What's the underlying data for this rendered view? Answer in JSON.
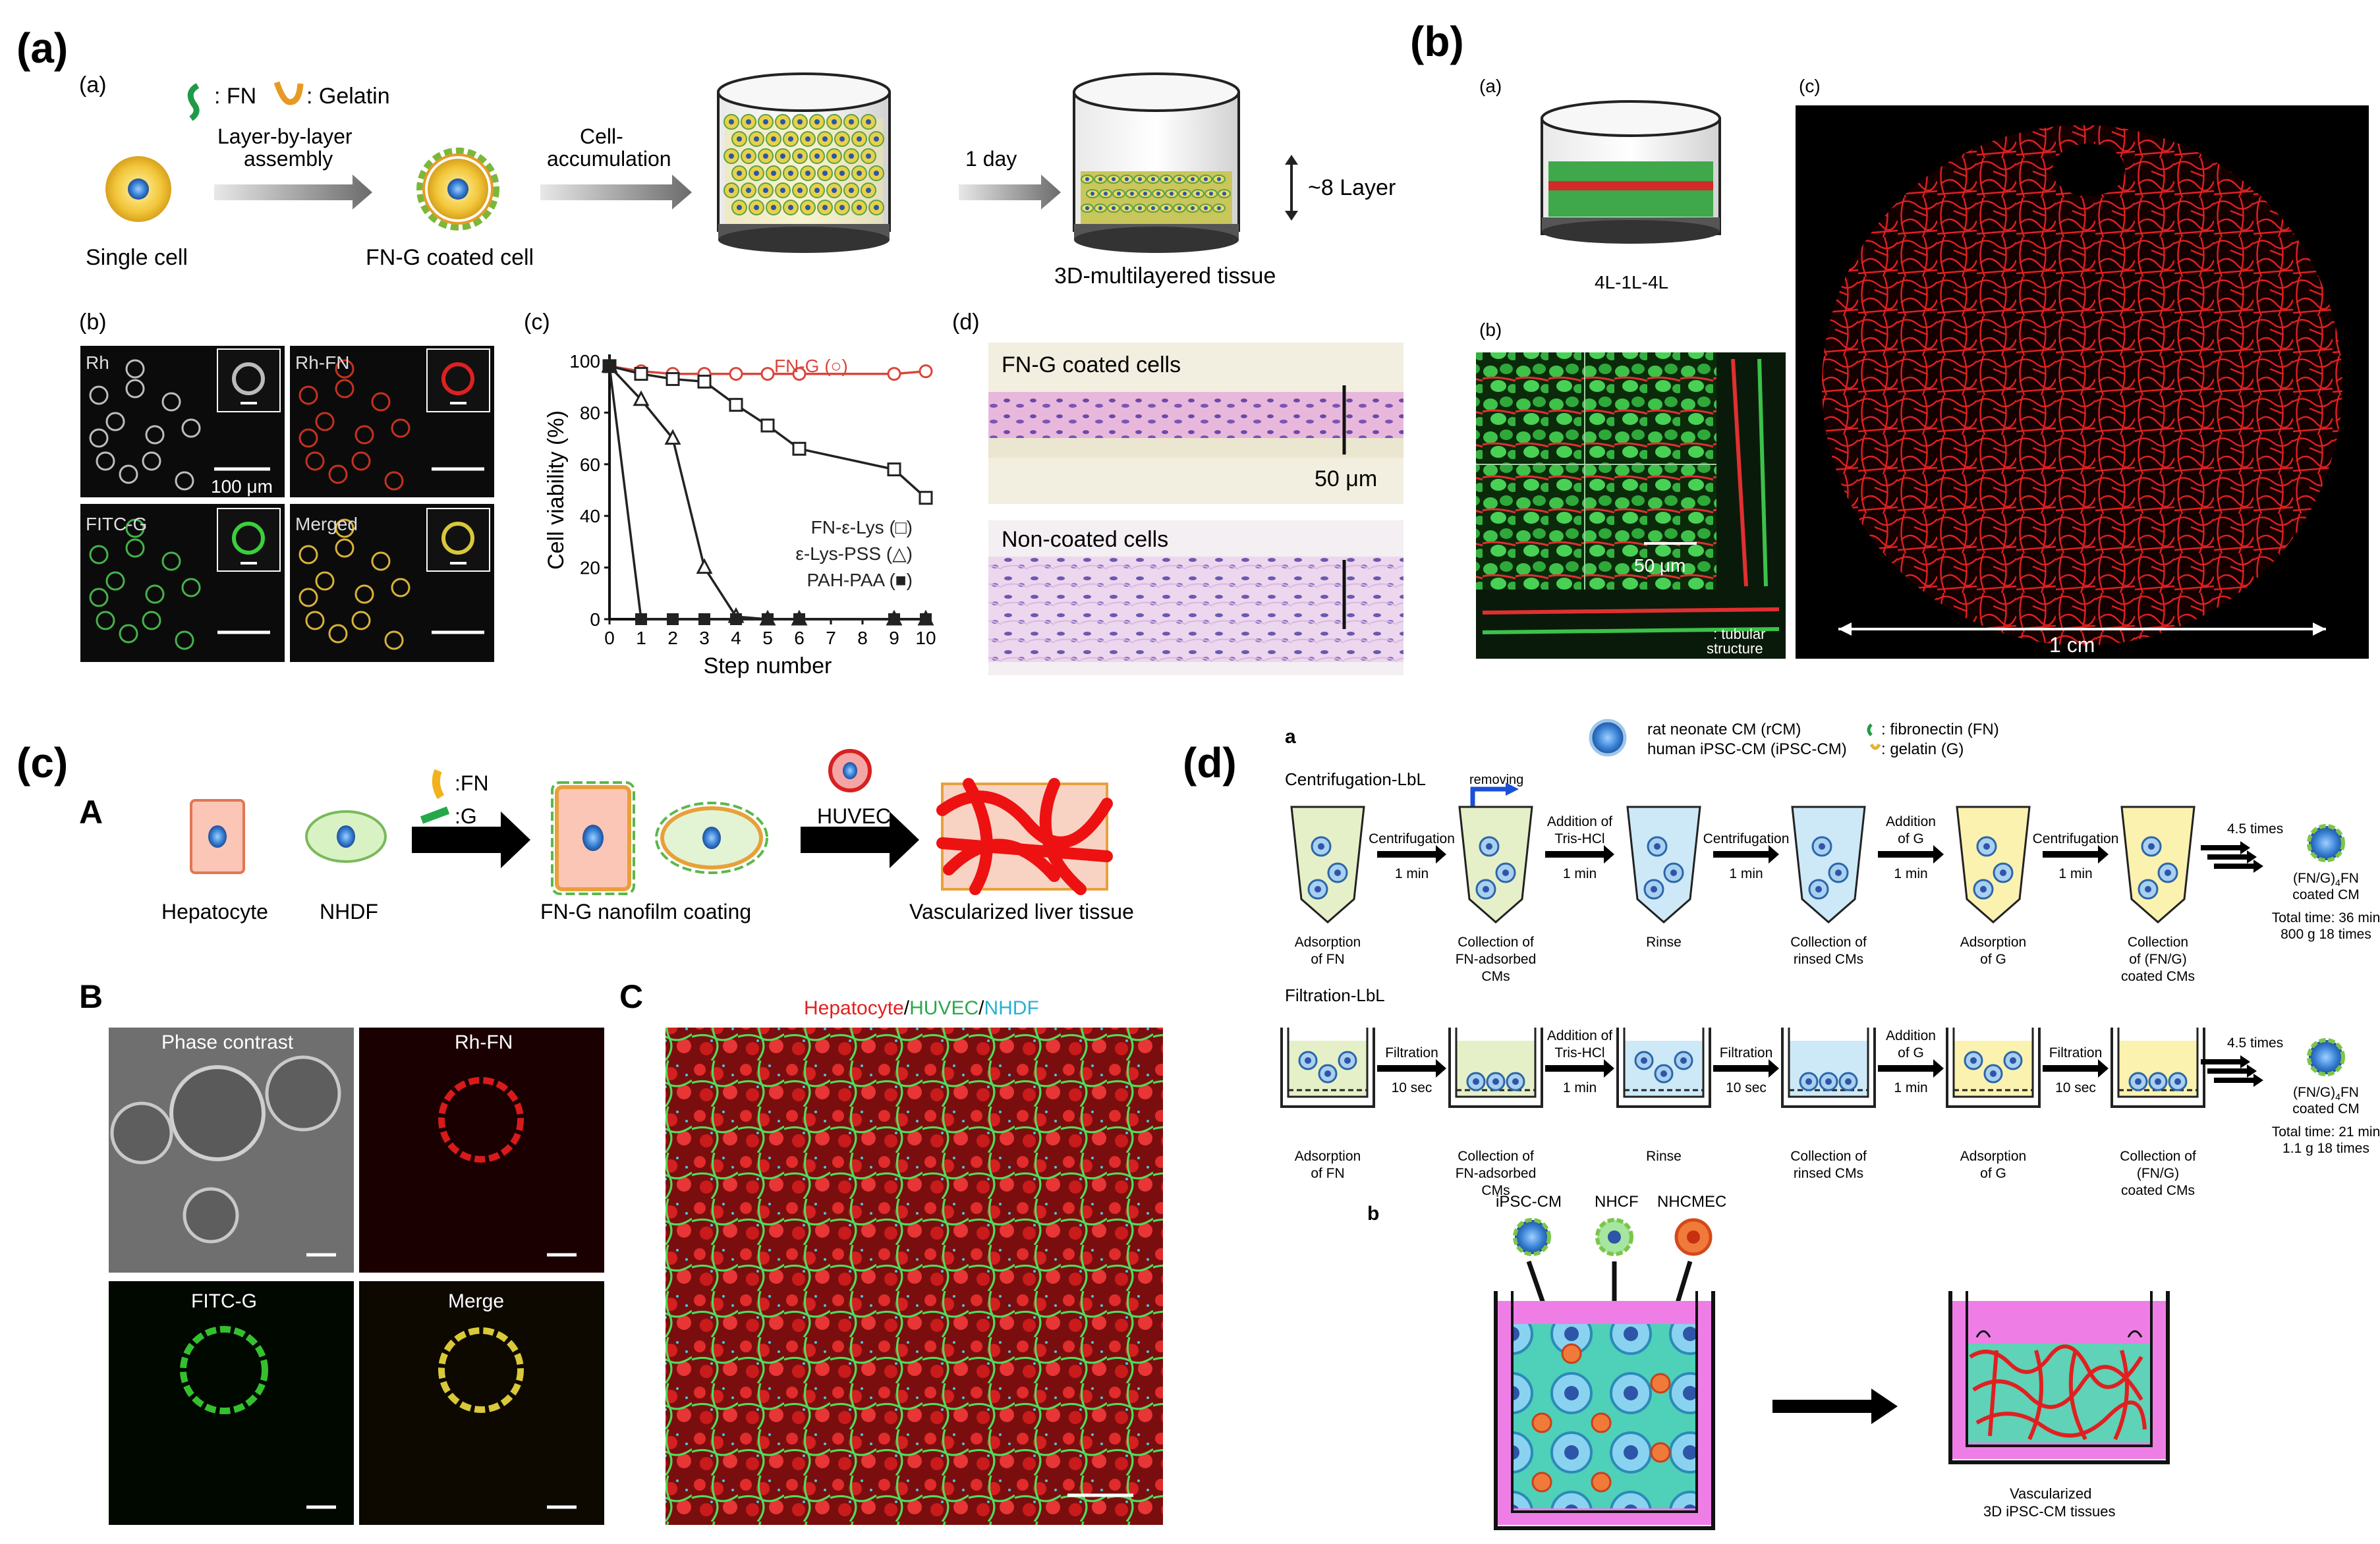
{
  "panels": {
    "a": {
      "label": "(a)",
      "sub_a": "(a)",
      "fn_key": ": FN",
      "gel_key": ": Gelatin",
      "lbl_arrow1": "Layer-by-layer",
      "lbl_arrow1b": "assembly",
      "lbl_arrow2": "Cell-",
      "lbl_arrow2b": "accumulation",
      "lbl_arrow3": "1 day",
      "single_cell": "Single cell",
      "coated_cell": "FN-G coated cell",
      "tissue": "3D-multilayered tissue",
      "layers": "~8 Layer",
      "sub_b": "(b)",
      "sub_c": "(c)",
      "sub_d": "(d)",
      "img_rh": "Rh",
      "img_rhfn": "Rh-FN",
      "img_fitc": "FITC-G",
      "img_merged": "Merged",
      "scale_100": "100 μm",
      "histo_top": "FN-G coated cells",
      "histo_bottom": "Non-coated cells",
      "scale_50": "50 μm"
    },
    "b": {
      "label": "(b)",
      "sub_a": "(a)",
      "sub_b": "(b)",
      "sub_c": "(c)",
      "construct": "4L-1L-4L",
      "scale_50": "50 μm",
      "tubular": ": tubular",
      "tubular2": "structure",
      "scale_1cm": "1 cm"
    },
    "c": {
      "label": "(c)",
      "A": "A",
      "B": "B",
      "C": "C",
      "fn_key": ":FN",
      "g_key": ":G",
      "huvec": "HUVEC",
      "hepatocyte": "Hepatocyte",
      "nhdf": "NHDF",
      "coating": "FN-G nanofilm coating",
      "result": "Vascularized liver tissue",
      "phase": "Phase contrast",
      "rhfn": "Rh-FN",
      "fitcg": "FITC-G",
      "merge": "Merge",
      "stain_h": "Hepatocyte",
      "stain_sep1": "/",
      "stain_u": "HUVEC",
      "stain_sep2": "/",
      "stain_n": "NHDF"
    },
    "d": {
      "label": "(d)",
      "a": "a",
      "b": "b",
      "legend_rcm": "rat neonate CM (rCM)",
      "legend_ipsc": "human iPSC-CM (iPSC-CM)",
      "legend_fn": ": fibronectin (FN)",
      "legend_g": ": gelatin (G)",
      "row1_title": "Centrifugation-LbL",
      "row2_title": "Filtration-LbL",
      "removing": "removing",
      "r1_steps": [
        "Centrifugation",
        "Addition of",
        "Tris-HCl",
        "Centrifugation",
        "Addition",
        "of G",
        "Centrifugation"
      ],
      "r1_times": [
        "1 min",
        "1 min",
        "1 min",
        "1 min",
        "1 min"
      ],
      "r1_caps": [
        [
          "Adsorption",
          "of FN"
        ],
        [
          "Collection of",
          "FN-adsorbed",
          "CMs"
        ],
        [
          "Rinse"
        ],
        [
          "Collection of",
          "rinsed CMs"
        ],
        [
          "Adsorption",
          "of G"
        ],
        [
          "Collection",
          "of (FN/G)",
          "coated CMs"
        ]
      ],
      "r2_steps": [
        "Filtration",
        "Addition of",
        "Tris-HCl",
        "Filtration",
        "Addition",
        "of G",
        "Filtration"
      ],
      "r2_times": [
        "10 sec",
        "1 min",
        "10 sec",
        "1 min",
        "10 sec"
      ],
      "r2_caps": [
        [
          "Adsorption",
          "of FN"
        ],
        [
          "Collection of",
          "FN-adsorbed",
          "CMs"
        ],
        [
          "Rinse"
        ],
        [
          "Collection of",
          "rinsed CMs"
        ],
        [
          "Adsorption",
          "of G"
        ],
        [
          "Collection of",
          "(FN/G)",
          "coated CMs"
        ]
      ],
      "repeat": "4.5 times",
      "coated_cm": "(FN/G)",
      "coated_cm_sub": "4",
      "coated_cm_tail": "FN",
      "coated_cm2": "coated CM",
      "r1_total": "Total time: 36 min",
      "r1_g": "800 g 18 times",
      "r2_total": "Total time: 21 min",
      "r2_g": "1.1 g 18 times",
      "cell_ipsc": "iPSC-CM",
      "cell_nhcf": "NHCF",
      "cell_nhcmec": "NHCMEC",
      "result1": "Vascularized",
      "result2": "3D iPSC-CM tissues"
    }
  },
  "chart_data": {
    "type": "line",
    "xlabel": "Step number",
    "ylabel": "Cell viability (%)",
    "xlim": [
      0,
      10
    ],
    "ylim": [
      0,
      100
    ],
    "xticks": [
      0,
      1,
      2,
      3,
      4,
      5,
      6,
      7,
      8,
      9,
      10
    ],
    "yticks": [
      0,
      20,
      40,
      60,
      80,
      100
    ],
    "series": [
      {
        "name": "FN-G (○)",
        "marker": "circle-open",
        "color": "#d9463b",
        "x": [
          0,
          1,
          2,
          3,
          4,
          5,
          6,
          9,
          10
        ],
        "y": [
          98,
          96,
          95,
          95,
          95,
          95,
          95,
          95,
          96
        ]
      },
      {
        "name": "FN-ε-Lys (□)",
        "marker": "square-open",
        "color": "#222222",
        "x": [
          0,
          1,
          2,
          3,
          4,
          5,
          6,
          9,
          10
        ],
        "y": [
          98,
          95,
          93,
          92,
          83,
          75,
          66,
          58,
          47
        ]
      },
      {
        "name": "ε-Lys-PSS (△)",
        "marker": "triangle-open",
        "color": "#222222",
        "x": [
          0,
          1,
          2,
          3,
          4,
          5,
          6,
          9,
          10
        ],
        "y": [
          98,
          85,
          70,
          20,
          1,
          0,
          0,
          0,
          0
        ]
      },
      {
        "name": "PAH-PAA (■)",
        "marker": "square-filled",
        "color": "#222222",
        "x": [
          0,
          1,
          2,
          3,
          4,
          5,
          6,
          9,
          10
        ],
        "y": [
          98,
          0,
          0,
          0,
          0,
          0,
          0,
          0,
          0
        ]
      }
    ]
  }
}
